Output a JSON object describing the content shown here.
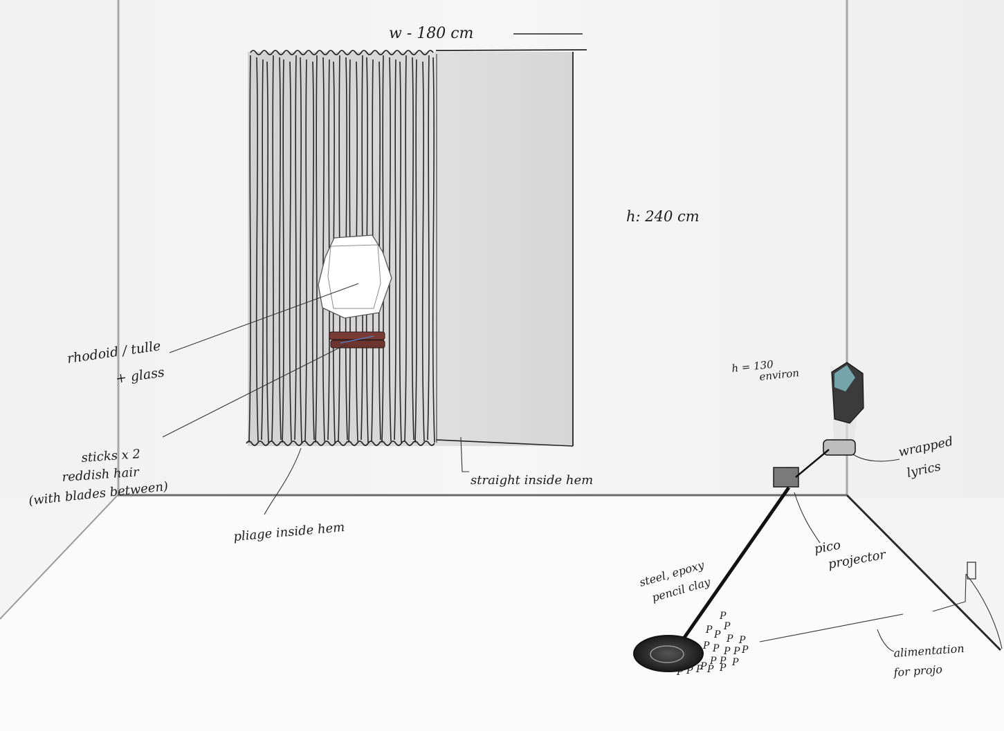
{
  "drawing": {
    "annotations": {
      "width": "w - 180 cm",
      "height": "h: 240 cm",
      "rhodoid_line1": "rhodoid / tulle",
      "rhodoid_line2": "+ glass",
      "sticks_line1": "sticks x 2",
      "sticks_line2": "reddish hair",
      "sticks_line3": "(with blades between)",
      "pleats": "pliage inside hem",
      "straight": "straight inside hem",
      "projector_height_line1": "h = 130",
      "projector_height_line2": "environ",
      "wrapped_line1": "wrapped",
      "wrapped_line2": "lyrics",
      "projector_line1": "pico",
      "projector_line2": "projector",
      "cable_line1": "steel, epoxy",
      "cable_line2": "pencil clay",
      "power_line1": "alimentation",
      "power_line2": "for projo"
    },
    "colors": {
      "paper": "#f4f4f4",
      "pencil": "#1c1c1c",
      "sticks": "#7a3b36",
      "tulle": "#ffffff"
    }
  }
}
